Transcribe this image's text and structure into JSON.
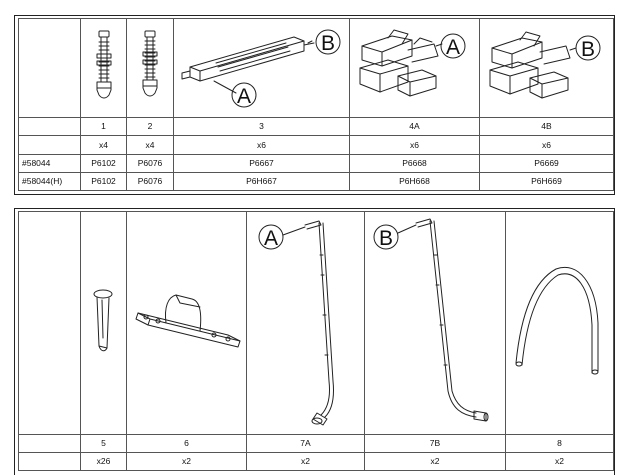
{
  "table1": {
    "callouts": {
      "a": "A",
      "b": "B"
    },
    "parts": [
      {
        "num": "1",
        "qty": "x4",
        "code": "P6102",
        "code_h": "P6102"
      },
      {
        "num": "2",
        "qty": "x4",
        "code": "P6076",
        "code_h": "P6076"
      },
      {
        "num": "3",
        "qty": "x6",
        "code": "P6667",
        "code_h": "P6H667"
      },
      {
        "num": "4A",
        "qty": "x6",
        "code": "P6668",
        "code_h": "P6H668"
      },
      {
        "num": "4B",
        "qty": "x6",
        "code": "P6669",
        "code_h": "P6H669"
      }
    ],
    "models": {
      "standard": "#58044",
      "hardware": "#58044(H)"
    }
  },
  "table2": {
    "callouts": {
      "a": "A",
      "b": "B"
    },
    "parts": [
      {
        "num": "5",
        "qty": "x26"
      },
      {
        "num": "6",
        "qty": "x2"
      },
      {
        "num": "7A",
        "qty": "x2"
      },
      {
        "num": "7B",
        "qty": "x2"
      },
      {
        "num": "8",
        "qty": "x2"
      }
    ]
  }
}
